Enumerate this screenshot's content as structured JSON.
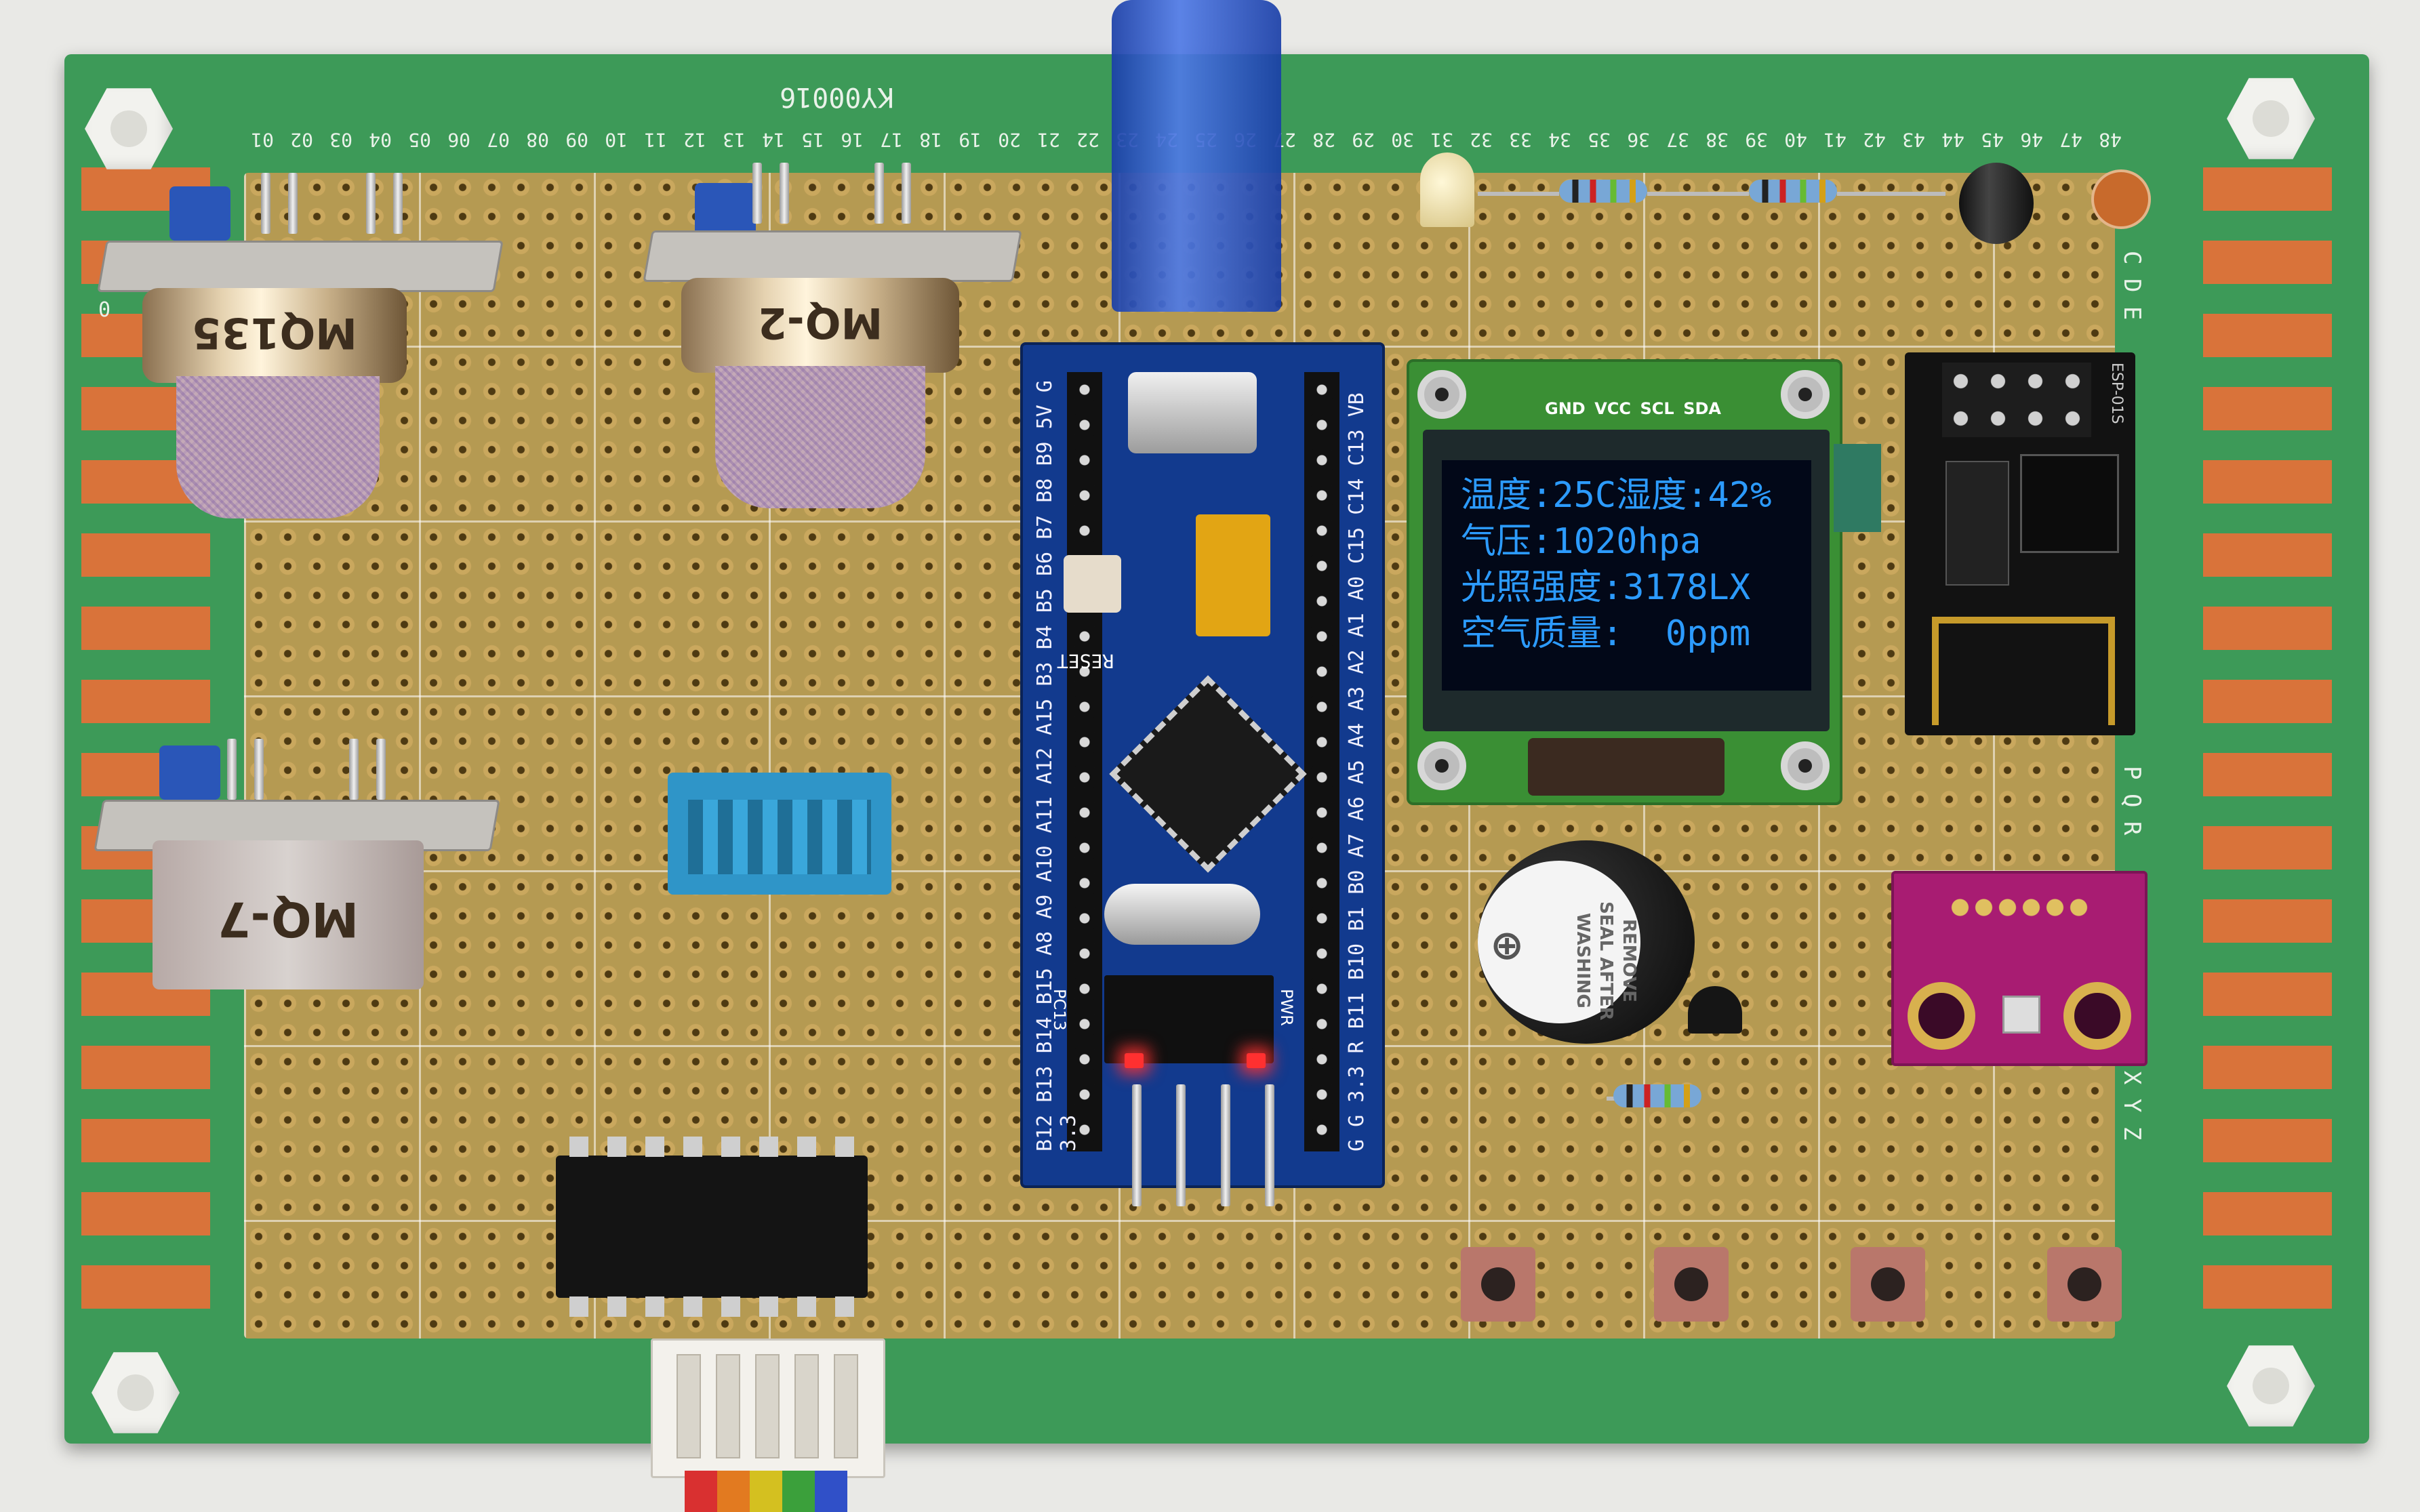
{
  "board": {
    "silk_id": "KY00016",
    "column_numbers": [
      "48",
      "47",
      "46",
      "45",
      "44",
      "43",
      "42",
      "41",
      "40",
      "39",
      "38",
      "37",
      "36",
      "35",
      "34",
      "33",
      "32",
      "31",
      "30",
      "29",
      "28",
      "27",
      "26",
      "25",
      "24",
      "23",
      "22",
      "21",
      "20",
      "19",
      "18",
      "17",
      "16",
      "15",
      "14",
      "13",
      "12",
      "11",
      "10",
      "09",
      "08",
      "07",
      "06",
      "05",
      "04",
      "03",
      "02",
      "01"
    ],
    "left_pad_label": "0",
    "right_letters_top": "C D E",
    "right_letters_mid": "P Q R",
    "right_letters_bottom": "X Y Z"
  },
  "sensors": {
    "mq135_label": "MQ135",
    "mq2_label": "MQ-2",
    "mq7_label": "MQ-7"
  },
  "stm32": {
    "left_pins": "B12 B13 B14 B15 A8 A9 A10 A11 A12 A15 B3 B4 B5 B6 B7 B8 B9 5V G 3.3",
    "right_pins": "G G 3.3 R B11 B10 B1 B0 A7 A6 A5 A4 A3 A2 A1 A0 C15 C14 C13 VB",
    "reset_label": "RESET",
    "led_left_label": "PC13",
    "led_right_label": "PWR"
  },
  "oled": {
    "pin_labels": [
      "GND",
      "VCC",
      "SCL",
      "SDA"
    ],
    "lines": [
      "温度:25C湿度:42%",
      "气压:1020hpa",
      "光照强度:3178LX",
      "空气质量:  0ppm"
    ],
    "text_color": "#2c9bff"
  },
  "esp": {
    "label": "ESP-01S"
  },
  "buzzer": {
    "label_lines": [
      "REMOVE",
      "SEAL",
      "AFTER",
      "WASHING"
    ]
  },
  "colors": {
    "pcb_green": "#3d9a58",
    "proto_area": "#b59a52",
    "copper_pads": "#d9733a",
    "stm32_blue": "#123a8e",
    "bmp_magenta": "#a81c72"
  }
}
